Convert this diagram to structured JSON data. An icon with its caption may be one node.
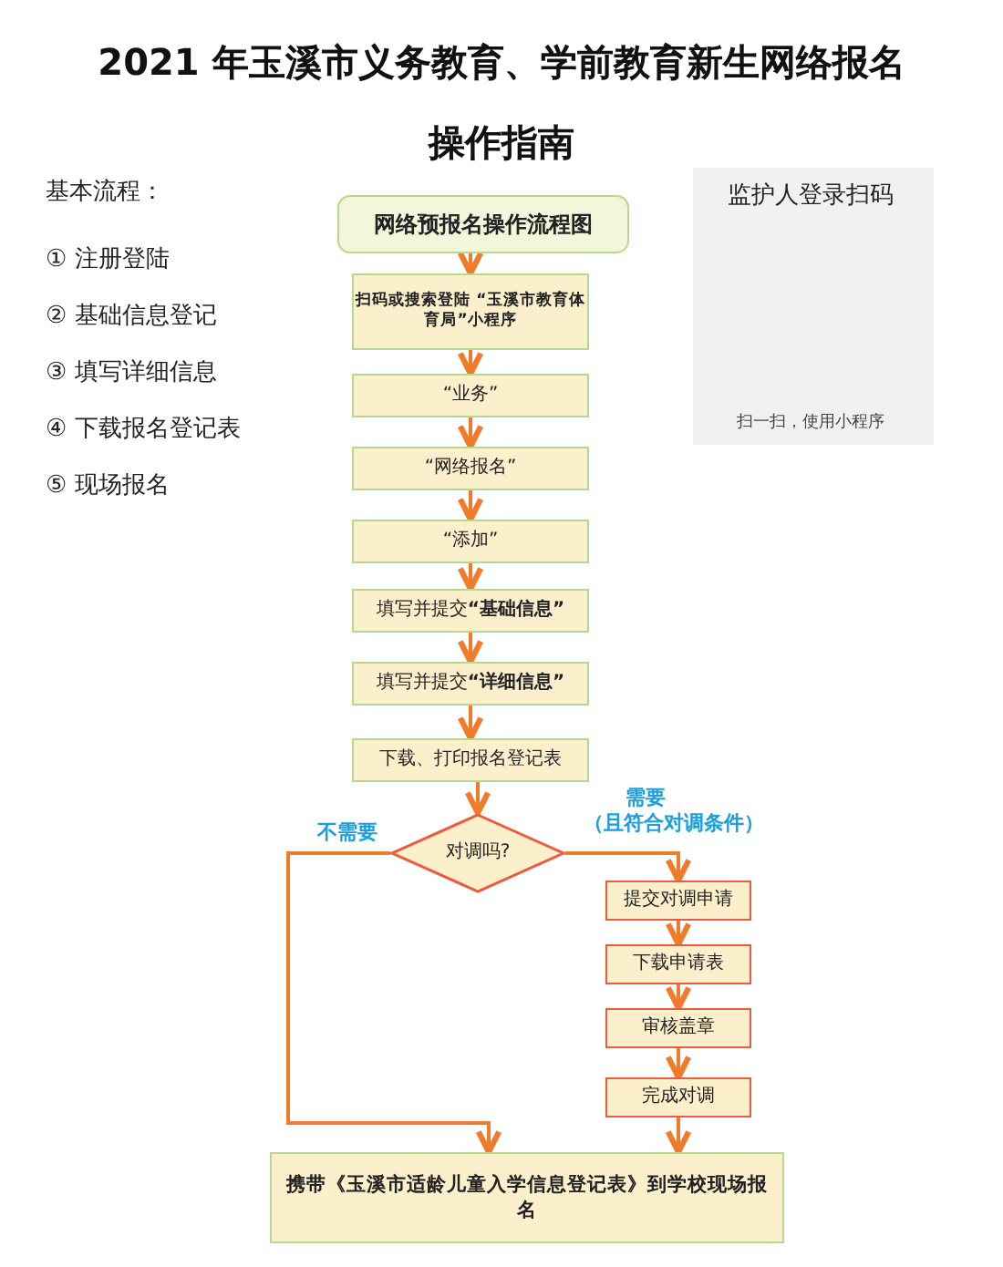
{
  "diagram": {
    "title": "2021 年玉溪市义务教育、学前教育新生网络报名操作指南",
    "nodes": [
      {
        "text": [
          "网络预报名操作流程图"
        ]
      },
      {
        "text": [
          "扫码或搜索登陆 “玉溪市教育体育局”小程序"
        ]
      },
      {
        "text": [
          "“业务”"
        ]
      },
      {
        "text": [
          "“网络报名”"
        ]
      },
      {
        "text": [
          "“添加”"
        ]
      },
      {
        "text": [
          "填写并提交**“基础信息”**"
        ]
      },
      {
        "text": [
          "填写并提交**“详细信息”**"
        ]
      },
      {
        "text": [
          "下载、打印报名登记表"
        ]
      },
      {
        "text": [
          "对调吗?"
        ]
      },
      {
        "text": [
          "提交对调申请"
        ]
      },
      {
        "text": [
          "下载申请表"
        ]
      },
      {
        "text": [
          "审核盖章"
        ]
      },
      {
        "text": [
          "完成对调"
        ]
      },
      {
        "text": [
          "携带《玉溪市适龄儿童入学信息登记表》到学校现场报名"
        ]
      }
    ],
    "edges": [
      {
        "from": 0,
        "to": 1,
        "arrow": "to"
      },
      {
        "from": 1,
        "to": 2,
        "arrow": "to"
      },
      {
        "from": 2,
        "to": 3,
        "arrow": "to"
      },
      {
        "from": 3,
        "to": 4,
        "arrow": "to"
      },
      {
        "from": 4,
        "to": 5,
        "arrow": "to"
      },
      {
        "from": 5,
        "to": 6,
        "arrow": "to"
      },
      {
        "from": 6,
        "to": 7,
        "arrow": "to"
      },
      {
        "from": 7,
        "to": 8,
        "arrow": "to"
      },
      {
        "from": 8,
        "to": 13,
        "arrow": "to",
        "label": "不需要"
      },
      {
        "from": 8,
        "to": 9,
        "arrow": "to",
        "label": "需要"
      },
      {
        "from": 9,
        "to": 10,
        "arrow": "to"
      },
      {
        "from": 10,
        "to": 11,
        "arrow": "to"
      },
      {
        "from": 11,
        "to": 12,
        "arrow": "to"
      },
      {
        "from": 12,
        "to": 13,
        "arrow": "to"
      }
    ],
    "labels": [
      "（且符合对调条件）",
      "基本流程：",
      "① 注册登陆",
      "② 基础信息登记",
      "③ 填写详细信息",
      "④ 下载报名登记表",
      "⑤ 现场报名",
      "监护人登录扫码",
      "扫一扫，使用小程序"
    ]
  }
}
